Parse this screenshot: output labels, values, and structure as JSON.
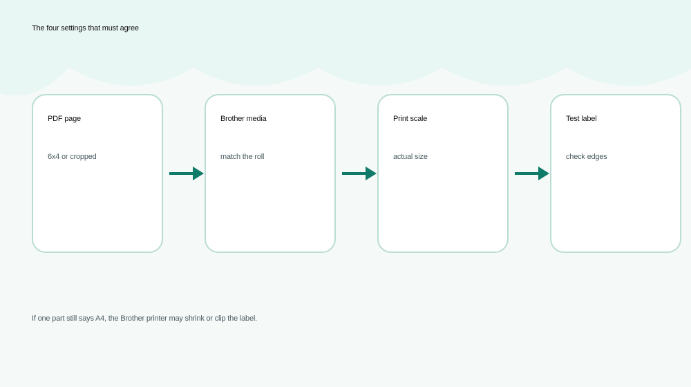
{
  "heading": "The four settings that must agree",
  "steps": [
    {
      "title": "PDF page",
      "desc": "6x4 or cropped"
    },
    {
      "title": "Brother media",
      "desc": "match the roll"
    },
    {
      "title": "Print scale",
      "desc": "actual size"
    },
    {
      "title": "Test label",
      "desc": "check edges"
    }
  ],
  "footer": "If one part still says A4, the Brother printer may shrink or clip the label.",
  "colors": {
    "background": "#f5f9f8",
    "wave": "#e9f7f4",
    "card_border": "#b9ddd4",
    "arrow": "#0f7a68",
    "text": "#111111",
    "muted_text": "#4a5a60"
  }
}
